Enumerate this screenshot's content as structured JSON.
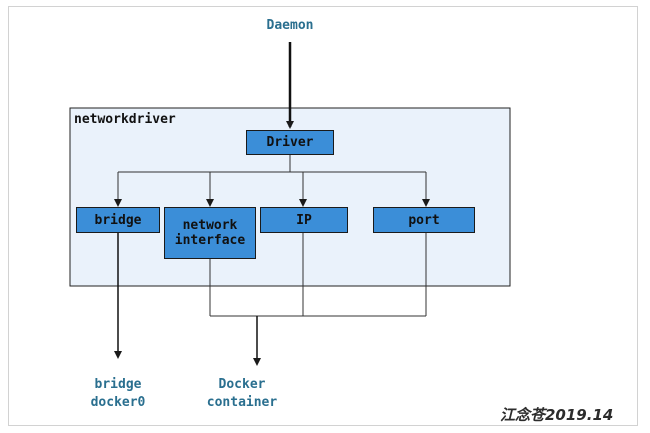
{
  "diagram": {
    "daemon": "Daemon",
    "group_label": "networkdriver",
    "driver": "Driver",
    "bridge": "bridge",
    "network_interface": "network\ninterface",
    "ip": "IP",
    "port": "port",
    "output_bridge": "bridge\ndocker0",
    "output_docker": "Docker\ncontainer"
  },
  "watermark": "江念苍2019.14",
  "colors": {
    "group_fill": "#eaf2fb",
    "box_fill": "#3b8ed8",
    "external_text": "#2a6f8f",
    "line": "#1a1a1a"
  }
}
